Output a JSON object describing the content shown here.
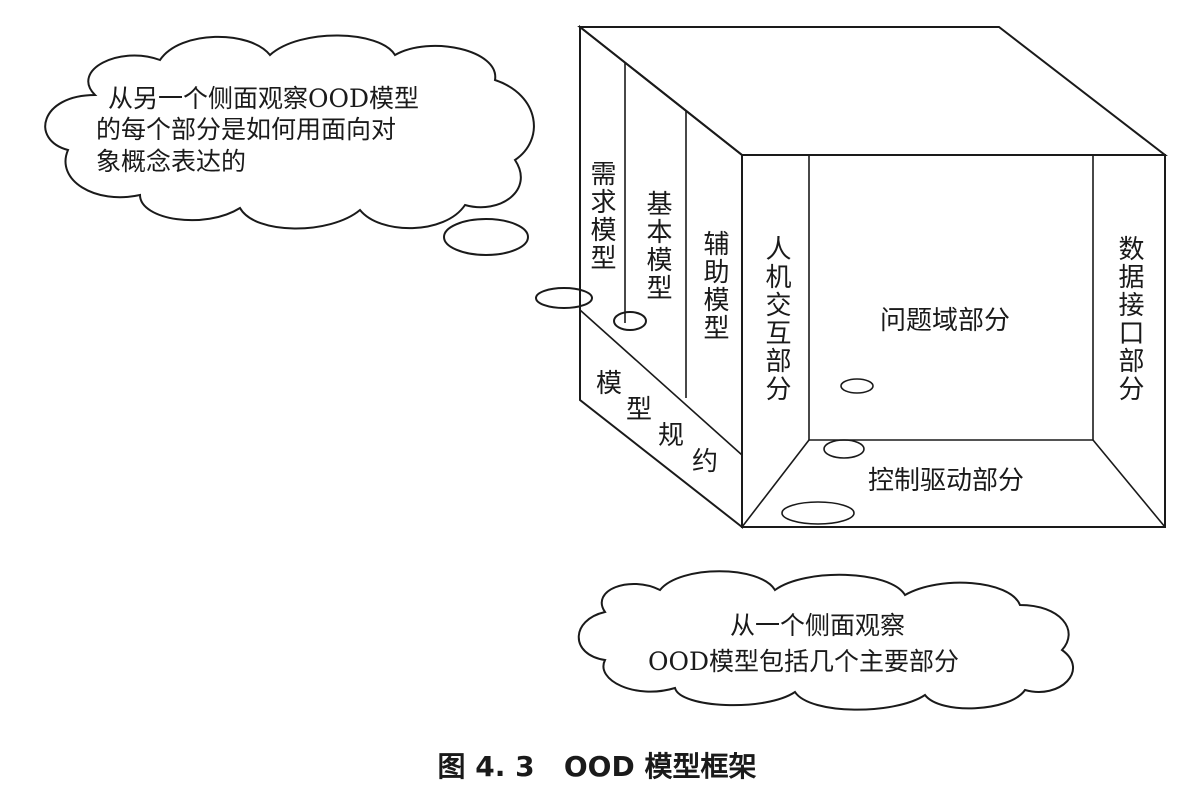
{
  "bubbles": {
    "top_left": {
      "lines": [
        "从另一个侧面观察OOD模型",
        "的每个部分是如何用面向对",
        "象概念表达的"
      ]
    },
    "bottom": {
      "lines": [
        "从一个侧面观察",
        "OOD模型包括几个主要部分"
      ]
    }
  },
  "side_panels": {
    "requirements": "需求模型",
    "basic": "基本模型",
    "auxiliary": "辅助模型",
    "spec": "模型规约"
  },
  "front_parts": {
    "human_interaction": "人机交互部分",
    "problem_domain": "问题域部分",
    "data_interface": "数据接口部分",
    "control_driver": "控制驱动部分"
  },
  "caption": "图 4. 3   OOD 模型框架"
}
